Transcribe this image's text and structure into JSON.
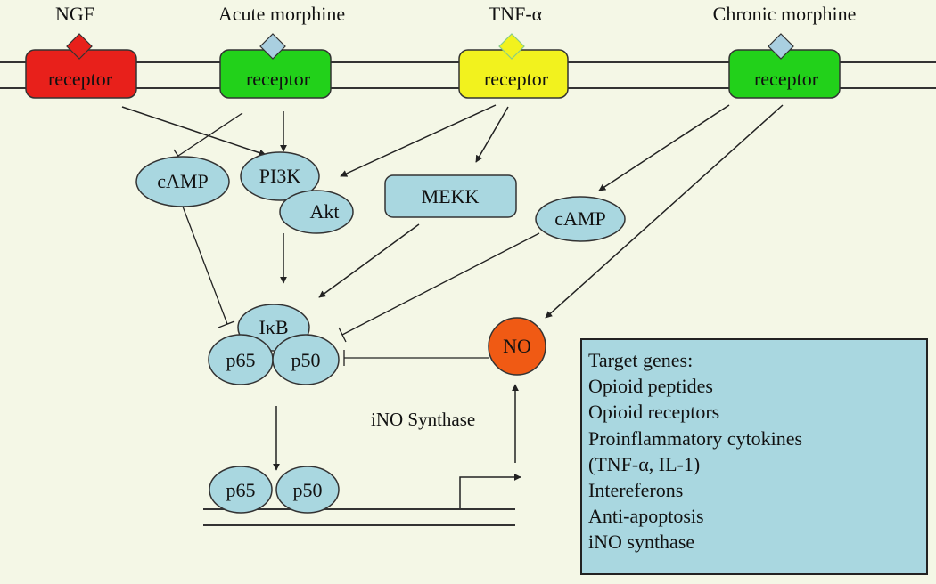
{
  "ligands": {
    "ngf": "NGF",
    "acute_morphine": "Acute morphine",
    "tnf_alpha": "TNF-α",
    "chronic_morphine": "Chronic morphine"
  },
  "receptor_label": "receptor",
  "nodes": {
    "camp_left": "cAMP",
    "pi3k": "PI3K",
    "akt": "Akt",
    "mekk": "MEKK",
    "camp_right": "cAMP",
    "ikb": "IκB",
    "p65": "p65",
    "p50": "p50",
    "no": "NO"
  },
  "ino_synthase_label": "iNO Synthase",
  "target_genes": {
    "title": "Target genes:",
    "items": [
      "Opioid peptides",
      "Opioid receptors",
      "Proinflammatory cytokines",
      "(TNF-α, IL-1)",
      "Intereferons",
      "Anti-apoptosis",
      "iNO synthase"
    ]
  },
  "colors": {
    "background": "#f4f7e6",
    "receptor_ngf": "#e8201b",
    "receptor_morphine": "#22d11a",
    "receptor_tnf": "#f2f21e",
    "node_fill": "#a9d7e0",
    "no_fill": "#f05a14",
    "ligand_diamond": "#a9cfe0"
  }
}
